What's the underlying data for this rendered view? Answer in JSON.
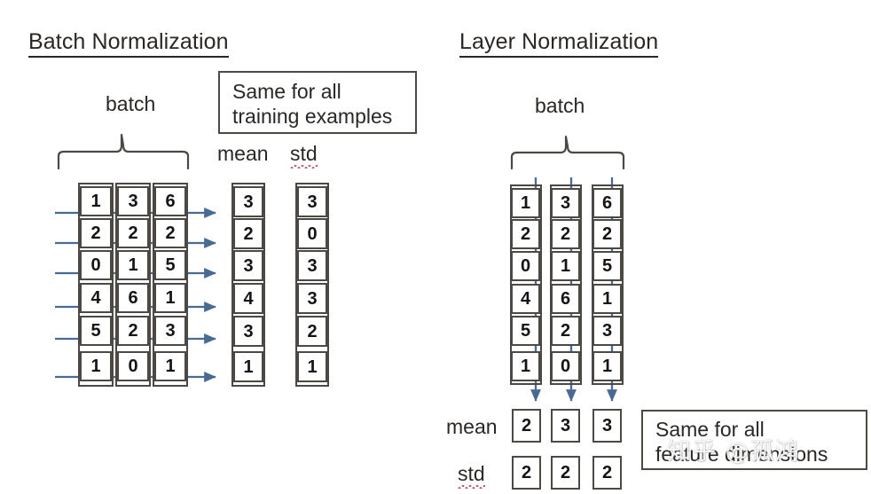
{
  "page": {
    "background_color": "#ffffff",
    "ink_color": "#2a2724",
    "arrow_color": "#4a6a96",
    "box_border_color": "#4c4945"
  },
  "watermark": {
    "text": "知乎 @孤鸿"
  },
  "panels": {
    "batch_norm": {
      "title": "Batch Normalization",
      "batch_label": "batch",
      "callout": "Same for all\ntraining examples",
      "mean_label": "mean",
      "std_label": "std",
      "arrow_direction": "horizontal-right",
      "arrow_count": 6
    },
    "layer_norm": {
      "title": "Layer Normalization",
      "batch_label": "batch",
      "callout": "Same for all\nfeature dimensions",
      "mean_label": "mean",
      "std_label": "std",
      "arrow_direction": "vertical-down",
      "arrow_count": 3
    }
  },
  "chart_data": {
    "type": "table",
    "title": "Batch Normalization vs Layer Normalization",
    "matrix": {
      "rows": 6,
      "columns": 3,
      "values": [
        [
          1,
          3,
          6
        ],
        [
          2,
          2,
          2
        ],
        [
          0,
          1,
          5
        ],
        [
          4,
          6,
          1
        ],
        [
          5,
          2,
          3
        ],
        [
          1,
          0,
          1
        ]
      ]
    },
    "batch_norm_stats": {
      "axis": "per-row (across features)",
      "mean": [
        3,
        2,
        3,
        4,
        3,
        1
      ],
      "std": [
        3,
        0,
        3,
        3,
        2,
        1
      ]
    },
    "layer_norm_stats": {
      "axis": "per-column (across batch)",
      "mean": [
        2,
        3,
        3
      ],
      "std": [
        2,
        2,
        2
      ]
    }
  },
  "bn_cells": {
    "c0": [
      "1",
      "2",
      "0",
      "4",
      "5",
      "1"
    ],
    "c1": [
      "3",
      "2",
      "1",
      "6",
      "2",
      "0"
    ],
    "c2": [
      "6",
      "2",
      "5",
      "1",
      "3",
      "1"
    ],
    "mean": [
      "3",
      "2",
      "3",
      "4",
      "3",
      "1"
    ],
    "std": [
      "3",
      "0",
      "3",
      "3",
      "2",
      "1"
    ]
  },
  "ln_cells": {
    "c0": [
      "1",
      "2",
      "0",
      "4",
      "5",
      "1"
    ],
    "c1": [
      "3",
      "2",
      "1",
      "6",
      "2",
      "0"
    ],
    "c2": [
      "6",
      "2",
      "5",
      "1",
      "3",
      "1"
    ],
    "mean_row": [
      "2",
      "3",
      "3"
    ],
    "std_row": [
      "2",
      "2",
      "2"
    ]
  }
}
